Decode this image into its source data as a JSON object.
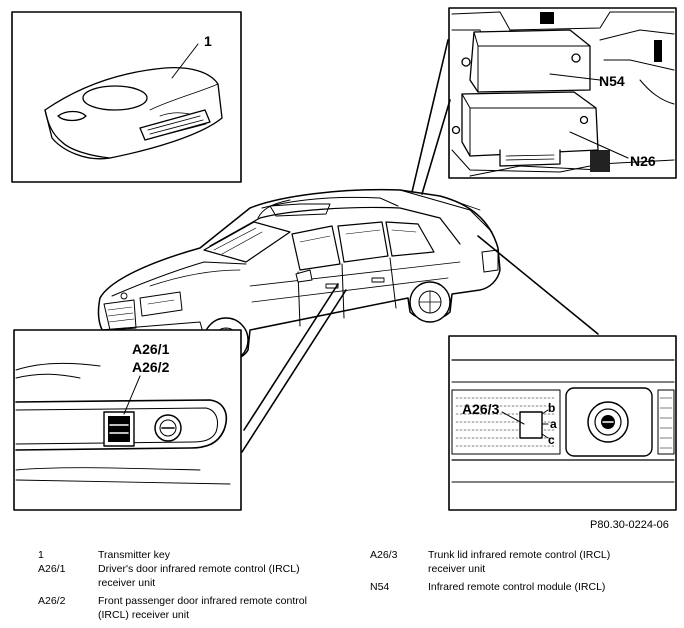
{
  "callouts": {
    "transmitter": "1",
    "module_ircl": "N54",
    "module_n26": "N26",
    "door_receivers_line1": "A26/1",
    "door_receivers_line2": "A26/2",
    "trunk_receiver": "A26/3",
    "pin_b": "b",
    "pin_a": "a",
    "pin_c": "c"
  },
  "figure_id": "P80.30-0224-06",
  "legend": [
    {
      "code": "1",
      "desc": "Transmitter key"
    },
    {
      "code": "A26/1",
      "desc": "Driver's door infrared remote control (IRCL) receiver unit"
    },
    {
      "code": "A26/2",
      "desc": "Front passenger door infrared remote control (IRCL) receiver unit"
    },
    {
      "code": "A26/3",
      "desc": "Trunk lid infrared remote control (IRCL) receiver unit"
    },
    {
      "code": "N54",
      "desc": "Infrared remote control module (IRCL)"
    }
  ]
}
